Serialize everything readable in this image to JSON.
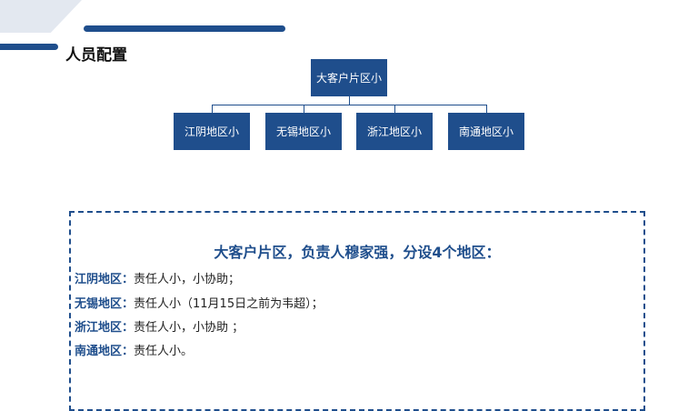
{
  "page": {
    "title": "人员配置"
  },
  "org_chart": {
    "root": "大客户片区小",
    "children": [
      "江阴地区小",
      "无锡地区小",
      "浙江地区小",
      "南通地区小"
    ]
  },
  "info": {
    "heading": "大客户片区，负责人穆家强，分设4个地区：",
    "regions": [
      {
        "name": "江阴地区：",
        "text": "责任人小，小协助；"
      },
      {
        "name": "无锡地区：",
        "text": "责任人小（11月15日之前为韦超）；"
      },
      {
        "name": "浙江地区：",
        "text": "责任人小，小协助 ；"
      },
      {
        "name": "南通地区：",
        "text": "责任人小。"
      }
    ]
  },
  "colors": {
    "primary": "#1f4e8c",
    "decor_light": "#e3e8f0"
  }
}
